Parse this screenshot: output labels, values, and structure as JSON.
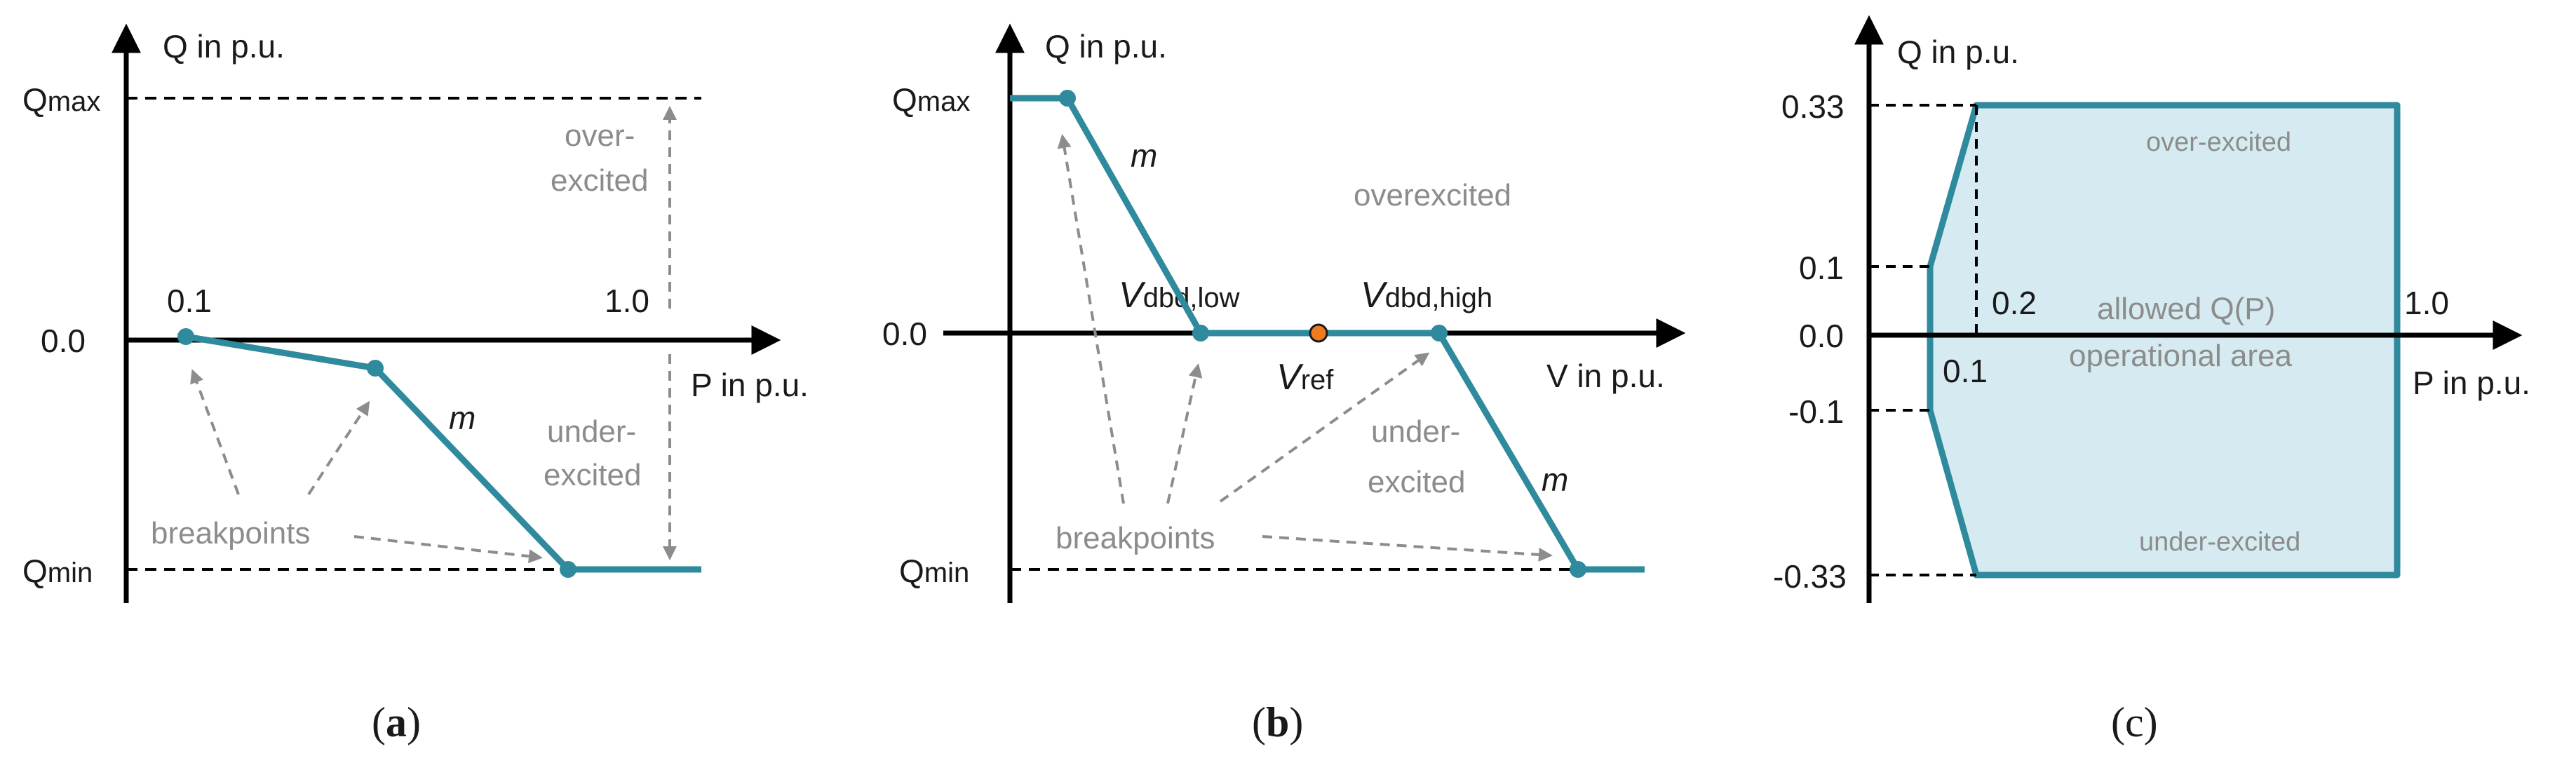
{
  "colors": {
    "curve": "#2e8a9c",
    "fill": "#d5ebf1",
    "gray": "#8c8c8c",
    "vref_dot": "#f07a1e",
    "axis": "#000000"
  },
  "panel_a": {
    "ylabel": "Q in p.u.",
    "xlabel": "P in p.u.",
    "qmax": "Q",
    "qmax_sub": "max",
    "qmin": "Q",
    "qmin_sub": "min",
    "zero": "0.0",
    "p1": "0.1",
    "p2": "1.0",
    "over_1": "over-",
    "over_2": "excited",
    "under_1": "under-",
    "under_2": "excited",
    "slope": "m",
    "breakpoints": "breakpoints",
    "caption_open": "(",
    "caption_letter": "a",
    "caption_close": ")"
  },
  "panel_b": {
    "ylabel": "Q in p.u.",
    "xlabel": "V in p.u.",
    "qmax": "Q",
    "qmax_sub": "max",
    "qmin": "Q",
    "qmin_sub": "min",
    "zero": "0.0",
    "vlow": "V",
    "vlow_sub": "dbd,low",
    "vhigh": "V",
    "vhigh_sub": "dbd,high",
    "vref": "V",
    "vref_sub": "ref",
    "over": "overexcited",
    "under_1": "under-",
    "under_2": "excited",
    "slope_1": "m",
    "slope_2": "m",
    "breakpoints": "breakpoints",
    "caption_open": "(",
    "caption_letter": "b",
    "caption_close": ")"
  },
  "panel_c": {
    "ylabel": "Q in p.u.",
    "xlabel": "P in p.u.",
    "y_033": "0.33",
    "y_01": "0.1",
    "y_00": "0.0",
    "y_m01": "-0.1",
    "y_m033": "-0.33",
    "x_02": "0.2",
    "x_01": "0.1",
    "x_10": "1.0",
    "over": "over-excited",
    "under": "under-excited",
    "area_1": "allowed Q(P)",
    "area_2": "operational area",
    "caption": "(c)"
  }
}
